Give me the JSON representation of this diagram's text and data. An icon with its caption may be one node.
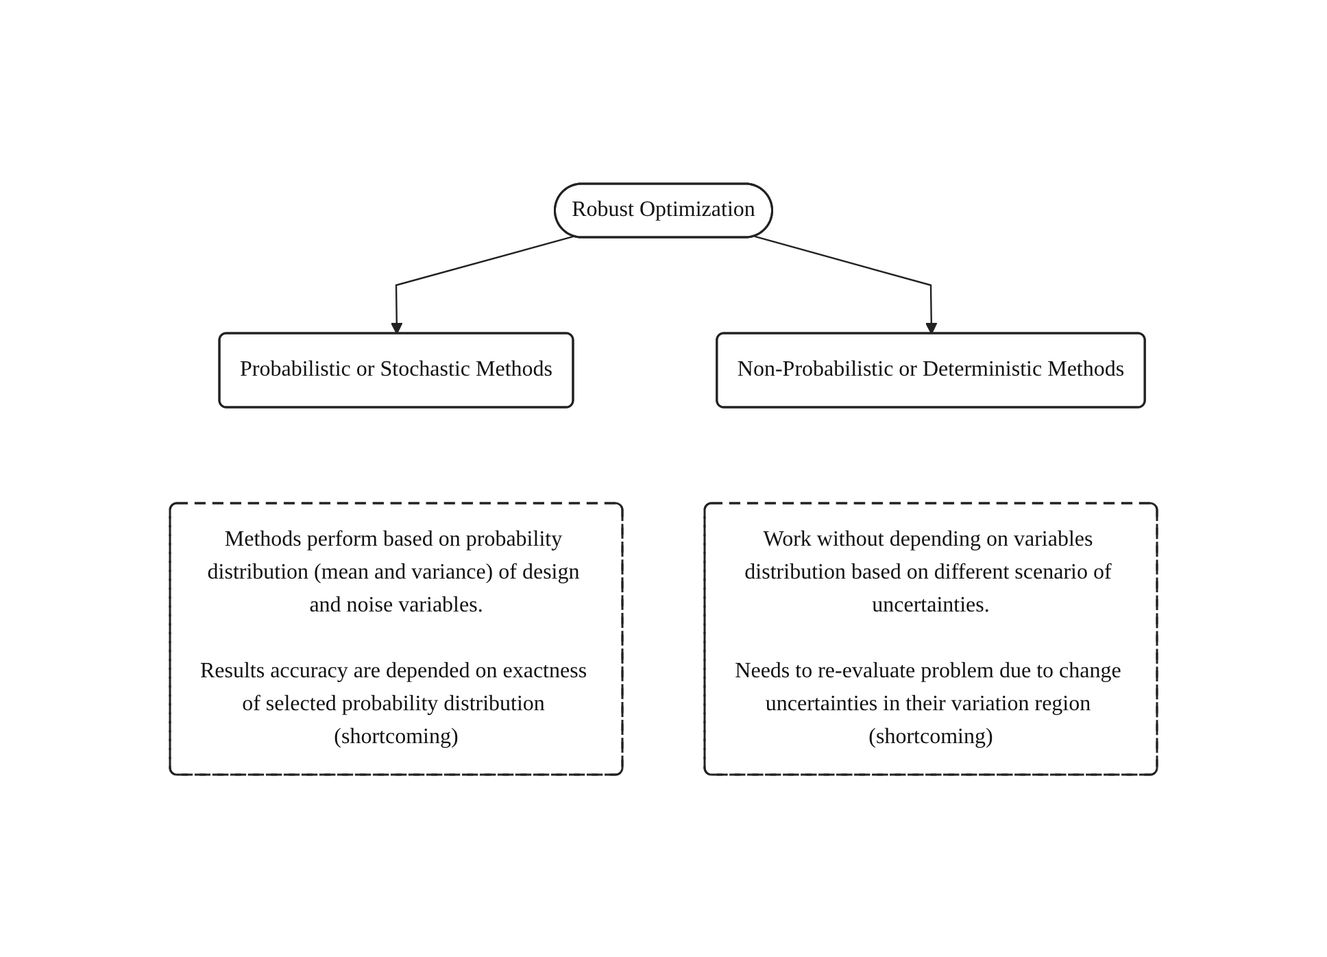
{
  "diagram": {
    "nodes": [
      {
        "text": [
          "Robust Optimization"
        ]
      },
      {
        "text": [
          "Probabilistic or Stochastic Methods"
        ]
      },
      {
        "text": [
          "Non-Probabilistic or Deterministic Methods"
        ]
      },
      {
        "text": [
          "Methods perform based on probability distribution (mean and variance) of design and noise variables.",
          "Results accuracy are depended on exactness of selected probability distribution (shortcoming)"
        ]
      },
      {
        "text": [
          "Work without depending on variables distribution based on different scenario of uncertainties.",
          "Needs to re-evaluate problem due to change uncertainties in their variation region (shortcoming)"
        ]
      }
    ],
    "edges": [
      {
        "from": 0,
        "to": 1,
        "arrow": "to"
      },
      {
        "from": 0,
        "to": 2,
        "arrow": "to"
      }
    ]
  }
}
